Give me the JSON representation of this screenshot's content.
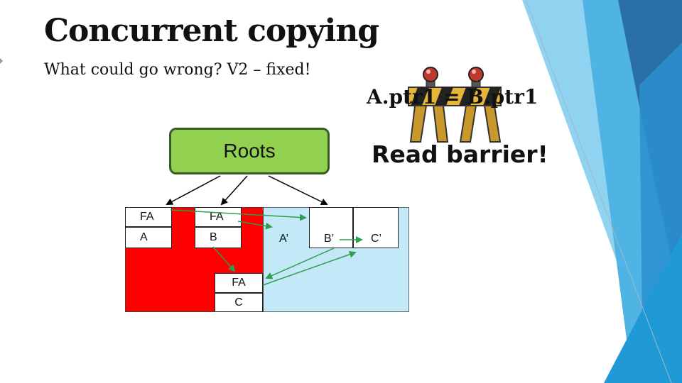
{
  "slide": {
    "title": "Concurrent copying",
    "subtitle": "What could go wrong? V2 – fixed!",
    "barrier_code": "A.ptr1 = B.ptr1",
    "barrier_label": "Read barrier!",
    "roots_label": "Roots"
  },
  "from_space": {
    "objects": [
      {
        "header": "FA",
        "name": "A"
      },
      {
        "header": "FA",
        "name": "B"
      },
      {
        "header": "FA",
        "name": "C"
      }
    ]
  },
  "to_space": {
    "objects": [
      "A’",
      "B’",
      "C’"
    ]
  },
  "colors": {
    "from_space": "#ff0000",
    "to_space": "#c3e8f7",
    "roots_fill": "#92d050",
    "forward_arrow": "#2e9e4f",
    "accent_blue": "#1f9ad6"
  },
  "icons": [
    "sawhorse-barrier-icon"
  ]
}
